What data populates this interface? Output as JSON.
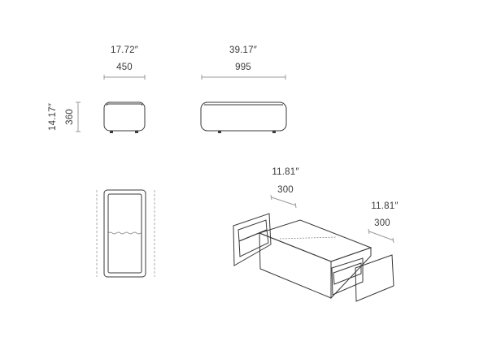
{
  "front_view": {
    "width_in": "17.72″",
    "width_mm": "450",
    "height_in": "14.17″",
    "height_mm": "360"
  },
  "side_view": {
    "length_in": "39.17″",
    "length_mm": "995"
  },
  "drawer_left": {
    "depth_in": "11.81″",
    "depth_mm": "300"
  },
  "drawer_right": {
    "depth_in": "11.81″",
    "depth_mm": "300"
  },
  "colors": {
    "stroke": "#3a3a3a",
    "dimension_line": "#9a9a9a",
    "cushion_fill": "#f4f4f4",
    "drawer_fill": "#d9d9d9"
  }
}
